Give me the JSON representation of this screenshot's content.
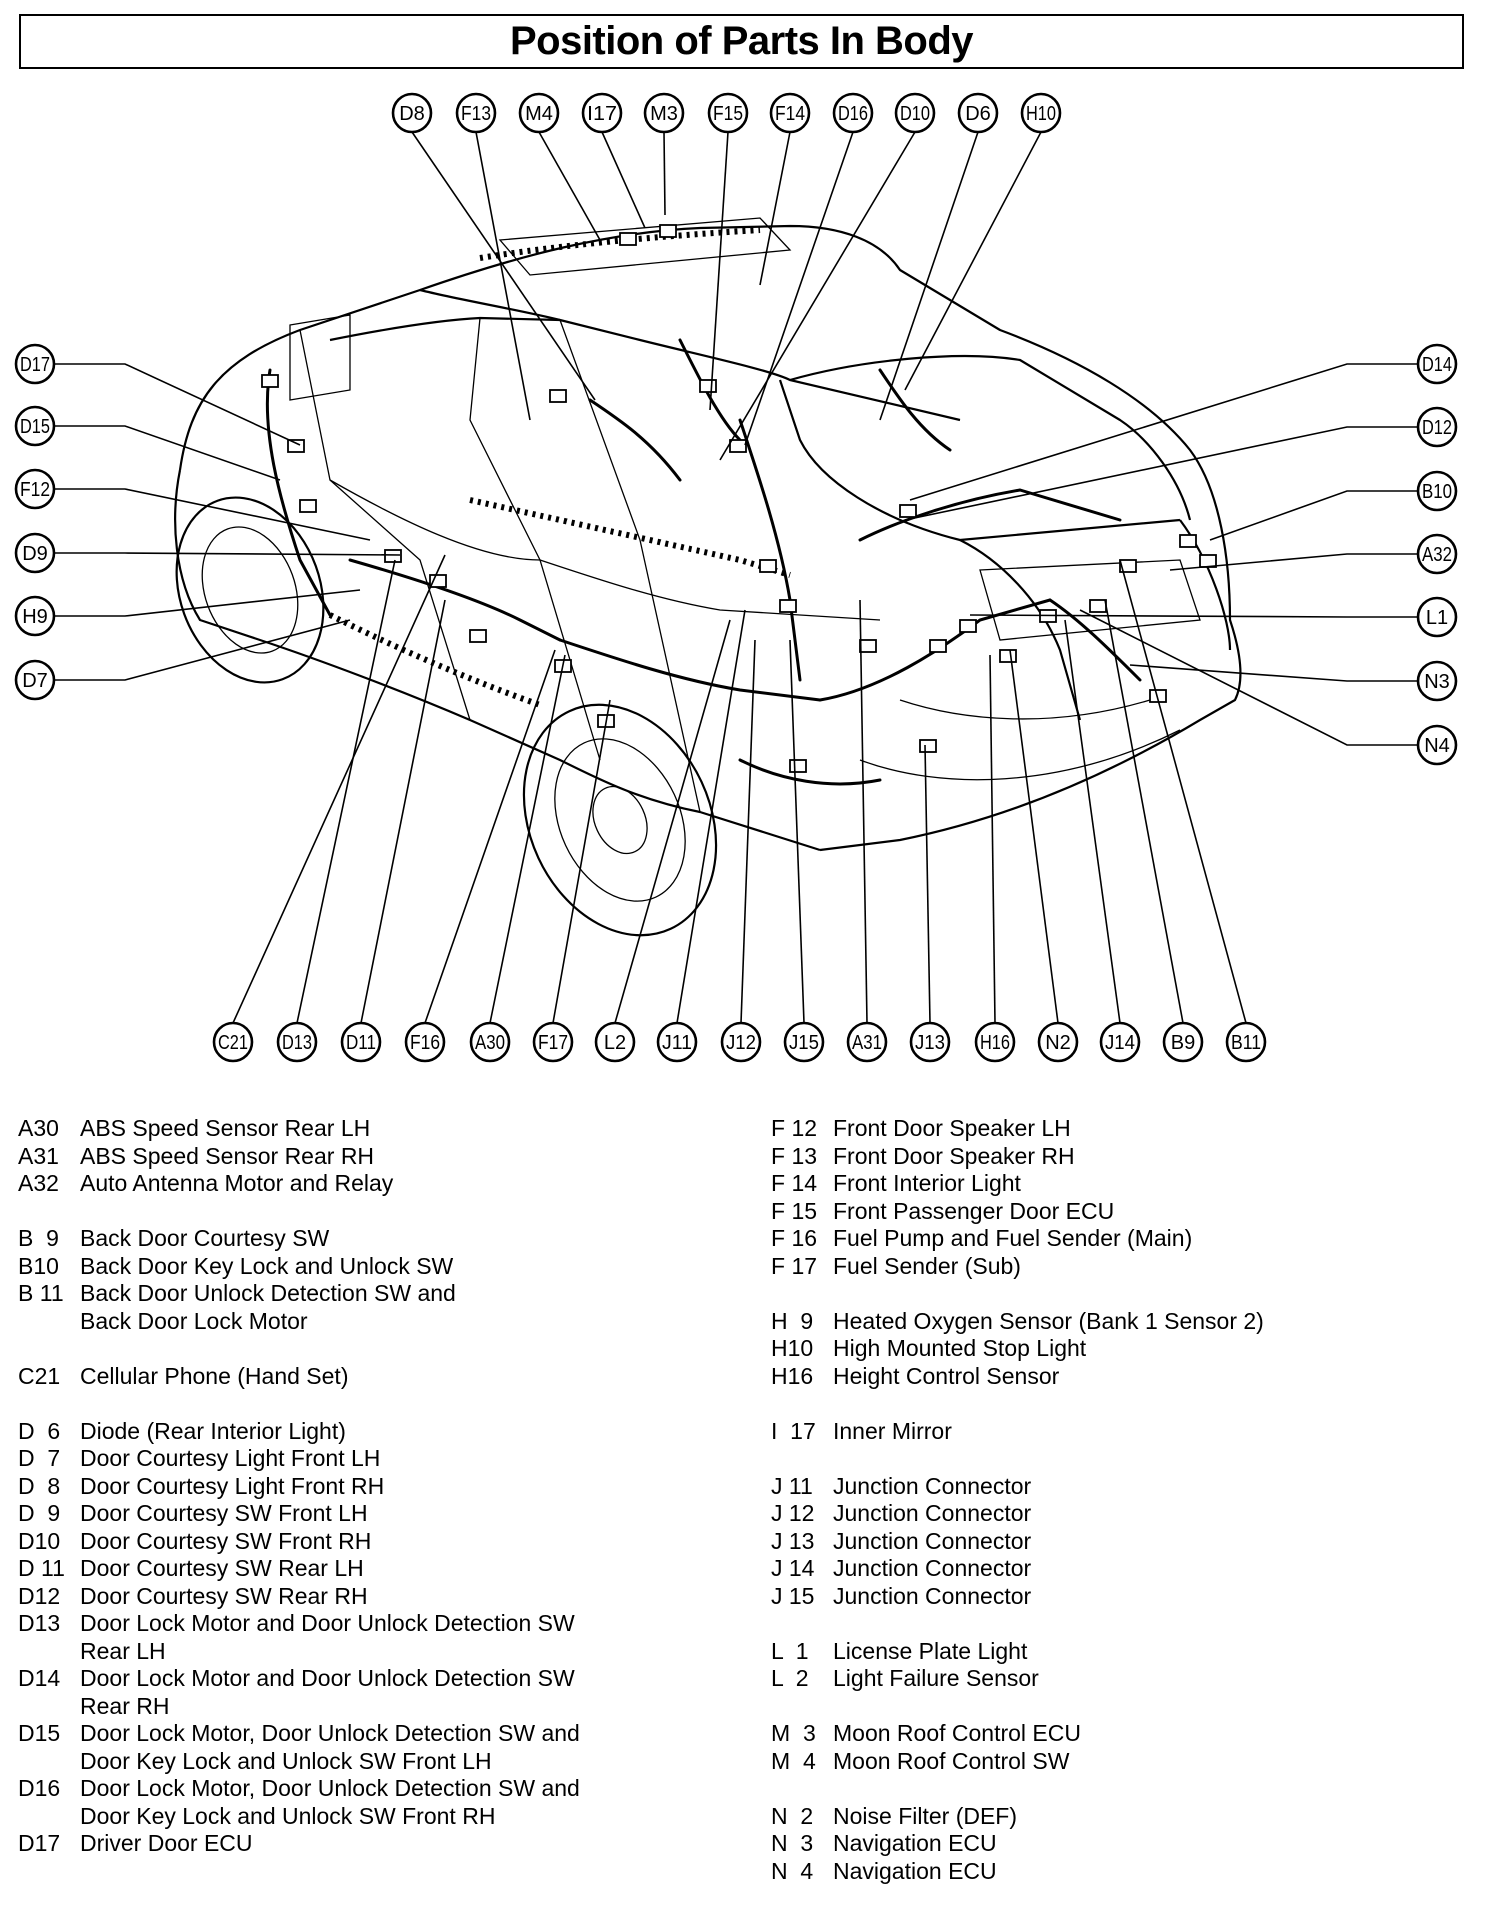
{
  "title": "Position of Parts In Body",
  "callouts": {
    "top": [
      "D8",
      "F13",
      "M4",
      "I17",
      "M3",
      "F15",
      "F14",
      "D16",
      "D10",
      "D6",
      "H10"
    ],
    "left": [
      "D17",
      "D15",
      "F12",
      "D9",
      "H9",
      "D7"
    ],
    "right": [
      "D14",
      "D12",
      "B10",
      "A32",
      "L1",
      "N3",
      "N4"
    ],
    "bottom": [
      "C21",
      "D13",
      "D11",
      "F16",
      "A30",
      "F17",
      "L2",
      "J11",
      "J12",
      "J15",
      "A31",
      "J13",
      "H16",
      "N2",
      "J14",
      "B9",
      "B11"
    ]
  },
  "legend": {
    "left": [
      [
        {
          "code": "A30",
          "name": "ABS Speed Sensor Rear LH"
        },
        {
          "code": "A31",
          "name": "ABS Speed Sensor Rear RH"
        },
        {
          "code": "A32",
          "name": "Auto Antenna Motor and Relay"
        }
      ],
      [
        {
          "code": "B  9",
          "name": "Back Door Courtesy SW"
        },
        {
          "code": "B10",
          "name": "Back Door Key Lock and Unlock SW"
        },
        {
          "code": "B 11",
          "name": "Back Door Unlock Detection SW and\nBack Door Lock Motor"
        }
      ],
      [
        {
          "code": "C21",
          "name": "Cellular Phone (Hand Set)"
        }
      ],
      [
        {
          "code": "D  6",
          "name": "Diode (Rear Interior Light)"
        },
        {
          "code": "D  7",
          "name": "Door Courtesy Light Front LH"
        },
        {
          "code": "D  8",
          "name": "Door Courtesy Light Front RH"
        },
        {
          "code": "D  9",
          "name": "Door Courtesy SW Front LH"
        },
        {
          "code": "D10",
          "name": "Door Courtesy SW Front RH"
        },
        {
          "code": "D 11",
          "name": "Door Courtesy SW Rear LH"
        },
        {
          "code": "D12",
          "name": "Door Courtesy SW Rear RH"
        },
        {
          "code": "D13",
          "name": "Door Lock Motor and Door Unlock Detection SW\nRear LH"
        },
        {
          "code": "D14",
          "name": "Door Lock Motor and Door Unlock Detection SW\nRear RH"
        },
        {
          "code": "D15",
          "name": "Door Lock Motor, Door Unlock Detection SW and\nDoor Key Lock and Unlock SW Front LH"
        },
        {
          "code": "D16",
          "name": "Door Lock Motor, Door Unlock Detection SW and\nDoor Key Lock and Unlock SW Front RH"
        },
        {
          "code": "D17",
          "name": "Driver Door ECU"
        }
      ]
    ],
    "right": [
      [
        {
          "code": "F 12",
          "name": "Front Door Speaker LH"
        },
        {
          "code": "F 13",
          "name": "Front Door Speaker RH"
        },
        {
          "code": "F 14",
          "name": "Front Interior Light"
        },
        {
          "code": "F 15",
          "name": "Front Passenger Door ECU"
        },
        {
          "code": "F 16",
          "name": "Fuel Pump and Fuel Sender (Main)"
        },
        {
          "code": "F 17",
          "name": "Fuel Sender (Sub)"
        }
      ],
      [
        {
          "code": "H  9",
          "name": "Heated Oxygen Sensor (Bank 1 Sensor 2)"
        },
        {
          "code": "H10",
          "name": "High Mounted Stop Light"
        },
        {
          "code": "H16",
          "name": "Height Control Sensor"
        }
      ],
      [
        {
          "code": "I  17",
          "name": "Inner Mirror"
        }
      ],
      [
        {
          "code": "J 11",
          "name": "Junction Connector"
        },
        {
          "code": "J 12",
          "name": "Junction Connector"
        },
        {
          "code": "J 13",
          "name": "Junction Connector"
        },
        {
          "code": "J 14",
          "name": "Junction Connector"
        },
        {
          "code": "J 15",
          "name": "Junction Connector"
        }
      ],
      [
        {
          "code": "L  1",
          "name": "License Plate Light"
        },
        {
          "code": "L  2",
          "name": "Light Failure Sensor"
        }
      ],
      [
        {
          "code": "M  3",
          "name": "Moon Roof Control ECU"
        },
        {
          "code": "M  4",
          "name": "Moon Roof Control SW"
        }
      ],
      [
        {
          "code": "N  2",
          "name": "Noise Filter (DEF)"
        },
        {
          "code": "N  3",
          "name": "Navigation ECU"
        },
        {
          "code": "N  4",
          "name": "Navigation ECU"
        }
      ]
    ]
  }
}
